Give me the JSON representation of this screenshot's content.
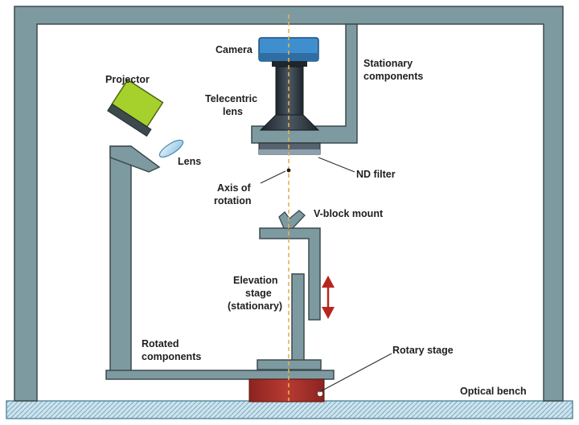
{
  "labels": {
    "camera": "Camera",
    "stationary_line1": "Stationary",
    "stationary_line2": "components",
    "projector": "Projector",
    "telecentric_line1": "Telecentric",
    "telecentric_line2": "lens",
    "lens": "Lens",
    "nd_filter": "ND filter",
    "axis_line1": "Axis of",
    "axis_line2": "rotation",
    "vblock": "V-block mount",
    "elevation_line1": "Elevation",
    "elevation_line2": "stage",
    "elevation_line3": "(stationary)",
    "rotated_line1": "Rotated",
    "rotated_line2": "components",
    "rotary_stage": "Rotary stage",
    "optical_bench": "Optical bench"
  },
  "colors": {
    "frame": "#7e9aa1",
    "camera_body": "#3f8fce",
    "lens_barrel": "#2f3942",
    "projector": "#a6d12c",
    "rotary_stage": "#a3302a",
    "axis_line": "#e9b04a",
    "arrow": "#b8261d",
    "bench": "#cde4ee"
  }
}
